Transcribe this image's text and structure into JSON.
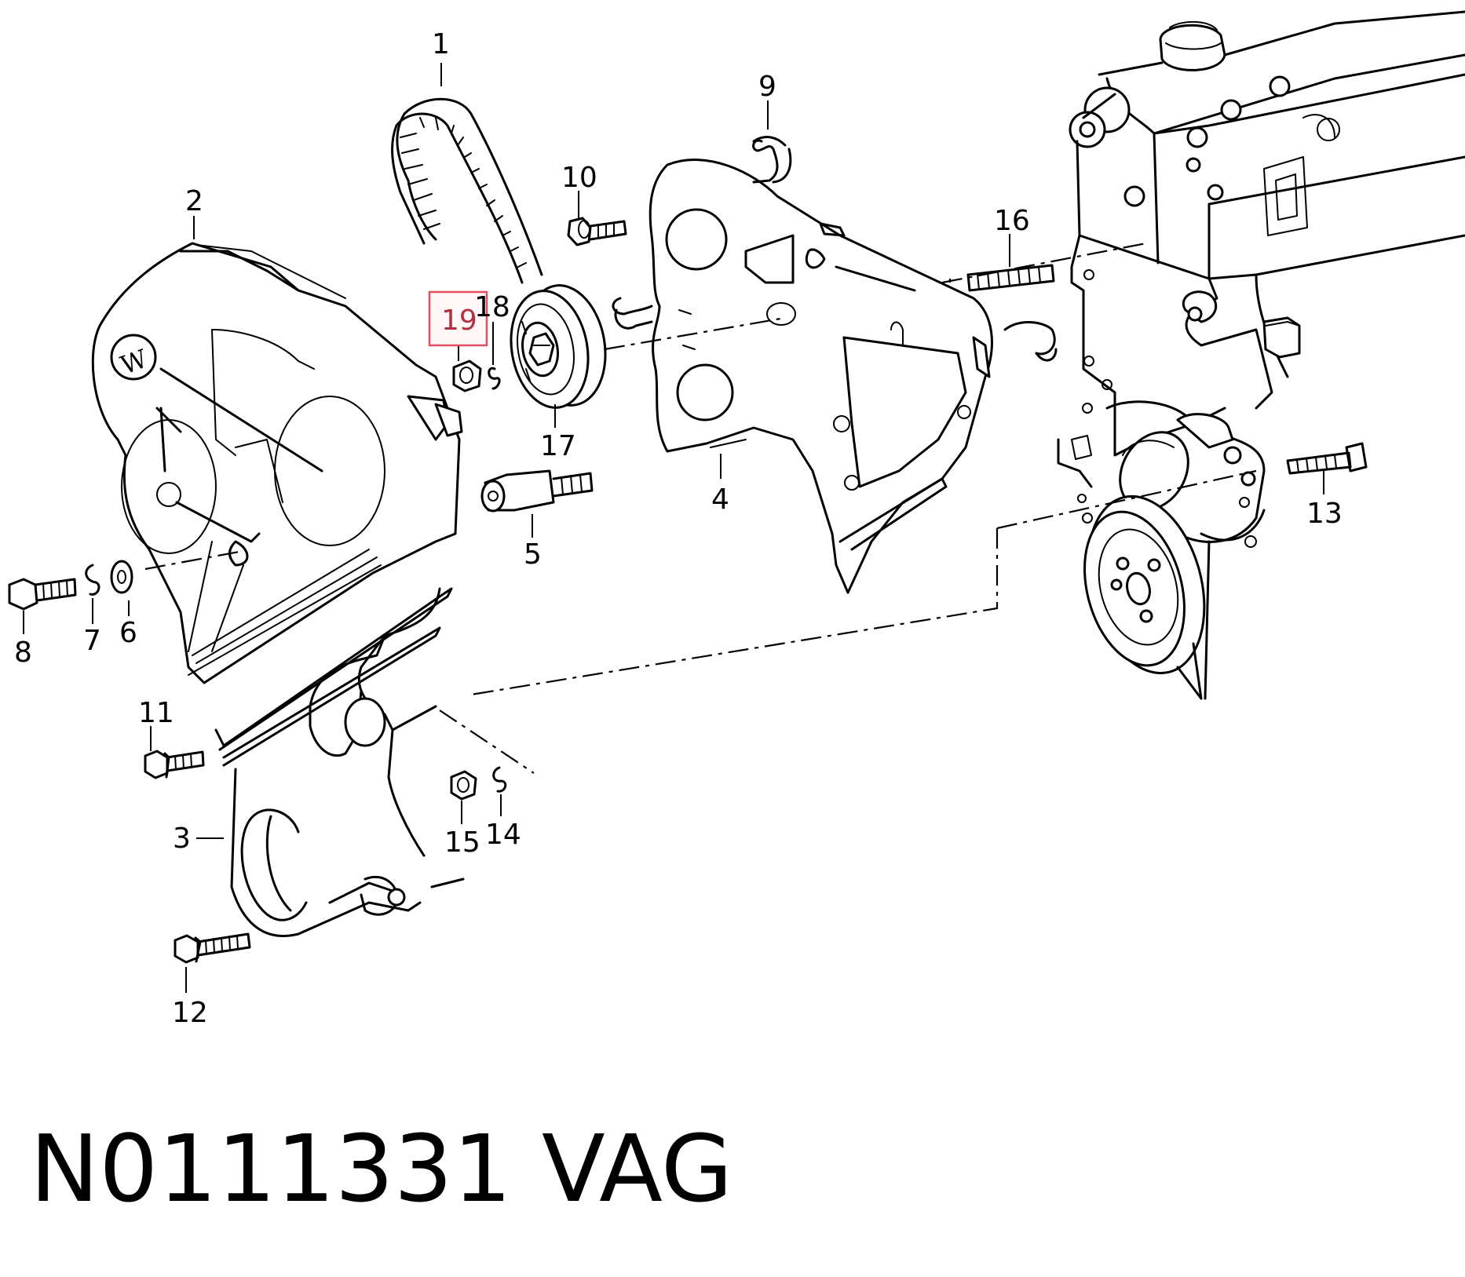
{
  "callouts": {
    "c1": "1",
    "c2": "2",
    "c3": "3",
    "c4": "4",
    "c5": "5",
    "c6": "6",
    "c7": "7",
    "c8": "8",
    "c9": "9",
    "c10": "10",
    "c11": "11",
    "c12": "12",
    "c13": "13",
    "c14": "14",
    "c15": "15",
    "c16": "16",
    "c17": "17",
    "c18": "18",
    "c19": "19"
  },
  "highlighted_callout": "19",
  "highlight_color": "#e05060",
  "part_number": "N0111331",
  "brand": "VAG"
}
